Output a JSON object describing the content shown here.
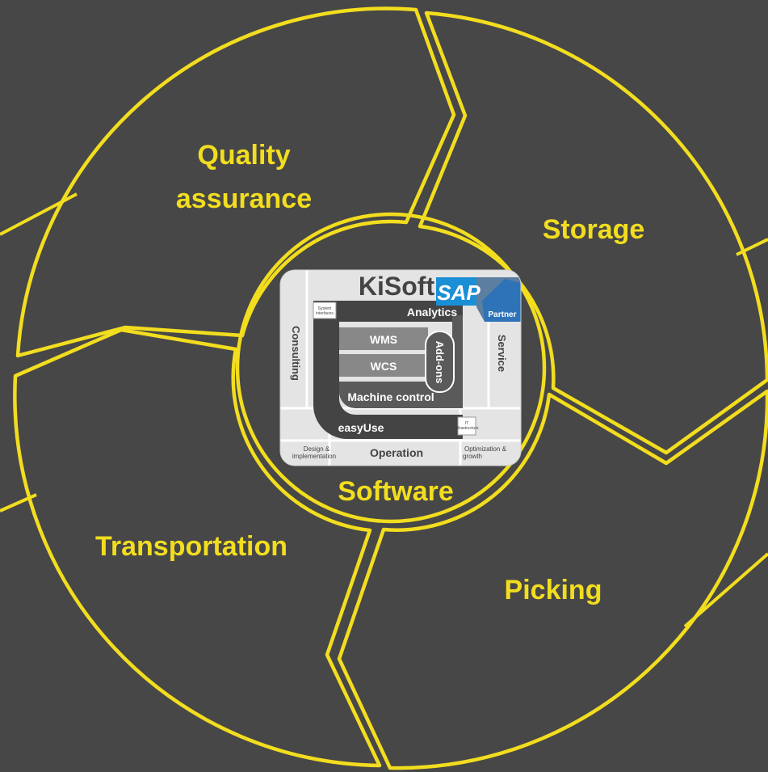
{
  "colors": {
    "background": "#474747",
    "accent": "#f2dd1f",
    "panel_light": "#e4e4e4",
    "panel_dark": "#444444",
    "sap_blue": "#1a8fd6"
  },
  "segments": {
    "quality": {
      "line1": "Quality",
      "line2": "assurance"
    },
    "storage": {
      "label": "Storage"
    },
    "picking": {
      "label": "Picking"
    },
    "transportation": {
      "label": "Transportation"
    }
  },
  "center": {
    "label": "Software",
    "logo": {
      "brand": "KiSoft",
      "sap": "SAP",
      "partner": "Partner",
      "analytics": "Analytics",
      "wms": "WMS",
      "wcs": "WCS",
      "addons": "Add-ons",
      "machine_control": "Machine control",
      "easyuse": "easyUse",
      "consulting": "Consulting",
      "service": "Service",
      "system_interfaces_1": "System",
      "system_interfaces_2": "interfaces",
      "it_infra_1": "IT",
      "it_infra_2": "infrastructure",
      "design_1": "Design &",
      "design_2": "implementation",
      "operation": "Operation",
      "optimization_1": "Optimization &",
      "optimization_2": "growth"
    }
  }
}
